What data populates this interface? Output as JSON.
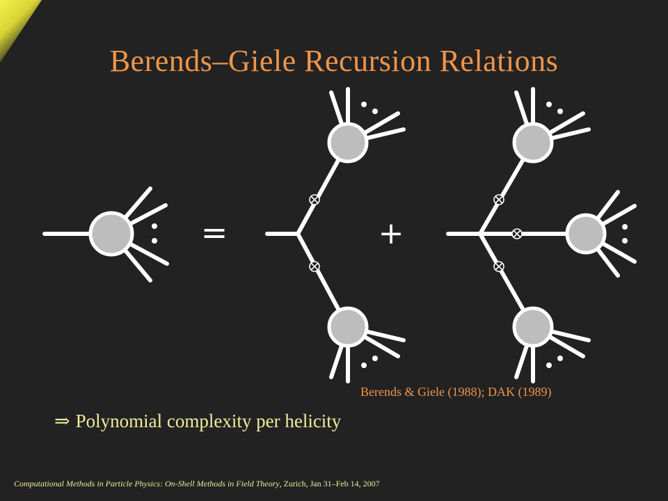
{
  "slide": {
    "title": "Berends–Giele Recursion Relations",
    "citation": "Berends & Giele (1988); DAK (1989)",
    "bullet_arrow": "⇒",
    "bullet_text": "Polynomial complexity per helicity",
    "footer_italic": "Computational Methods in Particle Physics: On-Shell Methods in Field Theory",
    "footer_rest": ", Zurich, Jan 31–Feb 14, 2007"
  },
  "diagram": {
    "equals": "=",
    "plus": "+",
    "line_color": "#ffffff",
    "blob_color": "#bdbdbd",
    "marker_symbol": "⊗"
  }
}
